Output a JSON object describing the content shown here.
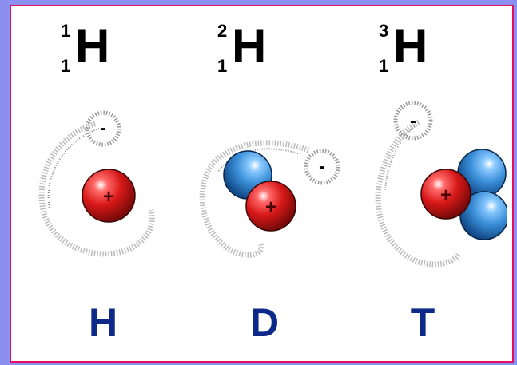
{
  "isotopes": [
    {
      "mass": "1",
      "z": "1",
      "symbol": "H",
      "letter": "H",
      "proton_sign": "+",
      "electron_sign": "-",
      "neutrons": 0
    },
    {
      "mass": "2",
      "z": "1",
      "symbol": "H",
      "letter": "D",
      "proton_sign": "+",
      "electron_sign": "-",
      "neutrons": 1
    },
    {
      "mass": "3",
      "z": "1",
      "symbol": "H",
      "letter": "T",
      "proton_sign": "+",
      "electron_sign": "-",
      "neutrons": 2
    }
  ],
  "colors": {
    "background": "#8a8ff0",
    "panel": "#ffffff",
    "border": "#e0115f",
    "proton": "#d81818",
    "neutron": "#3a8fd8",
    "letter": "#0d2a8a"
  }
}
